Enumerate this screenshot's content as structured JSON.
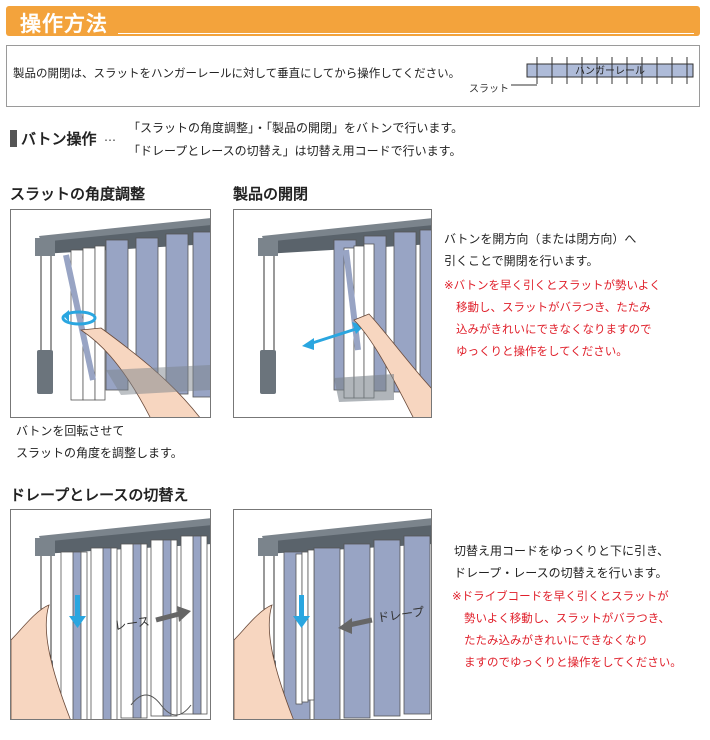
{
  "header": {
    "title": "操作方法"
  },
  "note": {
    "text": "製品の開閉は、スラットをハンガーレールに対して垂直にしてから操作してください。",
    "rail_label": "ハンガーレール",
    "slat_label": "スラット"
  },
  "baton": {
    "title": "バトン操作",
    "dots": "…",
    "lines": [
      "「スラットの角度調整」・「製品の開閉」をバトンで行います。",
      "「ドレープとレースの切替え」は切替え用コードで行います。"
    ]
  },
  "sections": {
    "slat_angle": {
      "title": "スラットの角度調整",
      "caption": [
        "バトンを回転させて",
        "スラットの角度を調整します。"
      ]
    },
    "open_close": {
      "title": "製品の開閉",
      "caption": [
        "バトンを開方向（または閉方向）へ",
        "引くことで開閉を行います。"
      ],
      "warning": [
        "※バトンを早く引くとスラットが勢いよく",
        "移動し、スラットがバラつき、たたみ",
        "込みがきれいにできなくなりますので",
        "ゆっくりと操作をしてください。"
      ]
    },
    "switch": {
      "title": "ドレープとレースの切替え",
      "lace_label": "レース",
      "drape_label": "ドレープ",
      "caption": [
        "切替え用コードをゆっくりと下に引き、",
        "ドレープ・レースの切替えを行います。"
      ],
      "warning": [
        "※ドライブコードを早く引くとスラットが",
        "勢いよく移動し、スラットがバラつき、",
        "たたみ込みがきれいにできなくなり",
        "ますのでゆっくりと操作をしてください。"
      ]
    }
  },
  "colors": {
    "header": "#f3a33c",
    "rail": "#4f5860",
    "slat_blue": "#98a4c4",
    "arrow_blue": "#2aa6e0",
    "warning_red": "#e0202b",
    "skin": "#f7d6c0"
  }
}
